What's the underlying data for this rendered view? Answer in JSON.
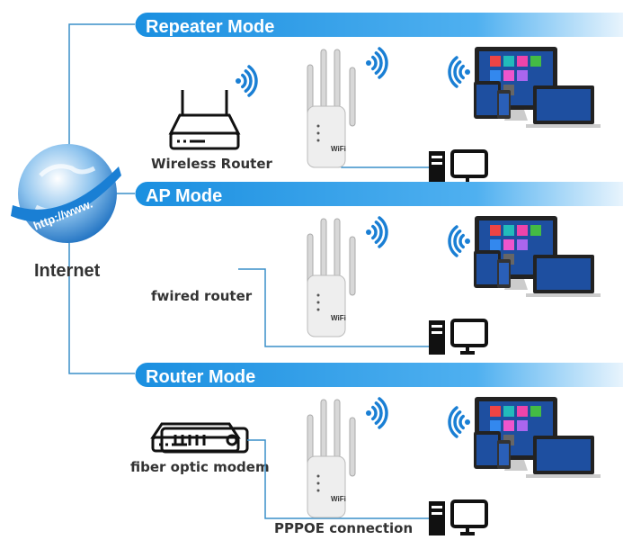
{
  "internet": {
    "label": "Internet",
    "globe_text": "http://www."
  },
  "repeater_badge": "WiFi",
  "colors": {
    "band": "#1a8fe0",
    "band_light": "#e8f4fd",
    "wifi": "#1a7fd4",
    "line": "#3a8fc9",
    "icon": "#1a1a1a"
  },
  "modes": [
    {
      "title": "Repeater Mode",
      "source_label": "Wireless Router",
      "source_icon": "wireless-router-icon"
    },
    {
      "title": "AP Mode",
      "source_label": "fwired router",
      "source_icon": "wired-router-icon"
    },
    {
      "title": "Router Mode",
      "source_label": "fiber optic modem",
      "source_icon": "modem-icon",
      "connection_label": "PPPOE connection"
    }
  ]
}
